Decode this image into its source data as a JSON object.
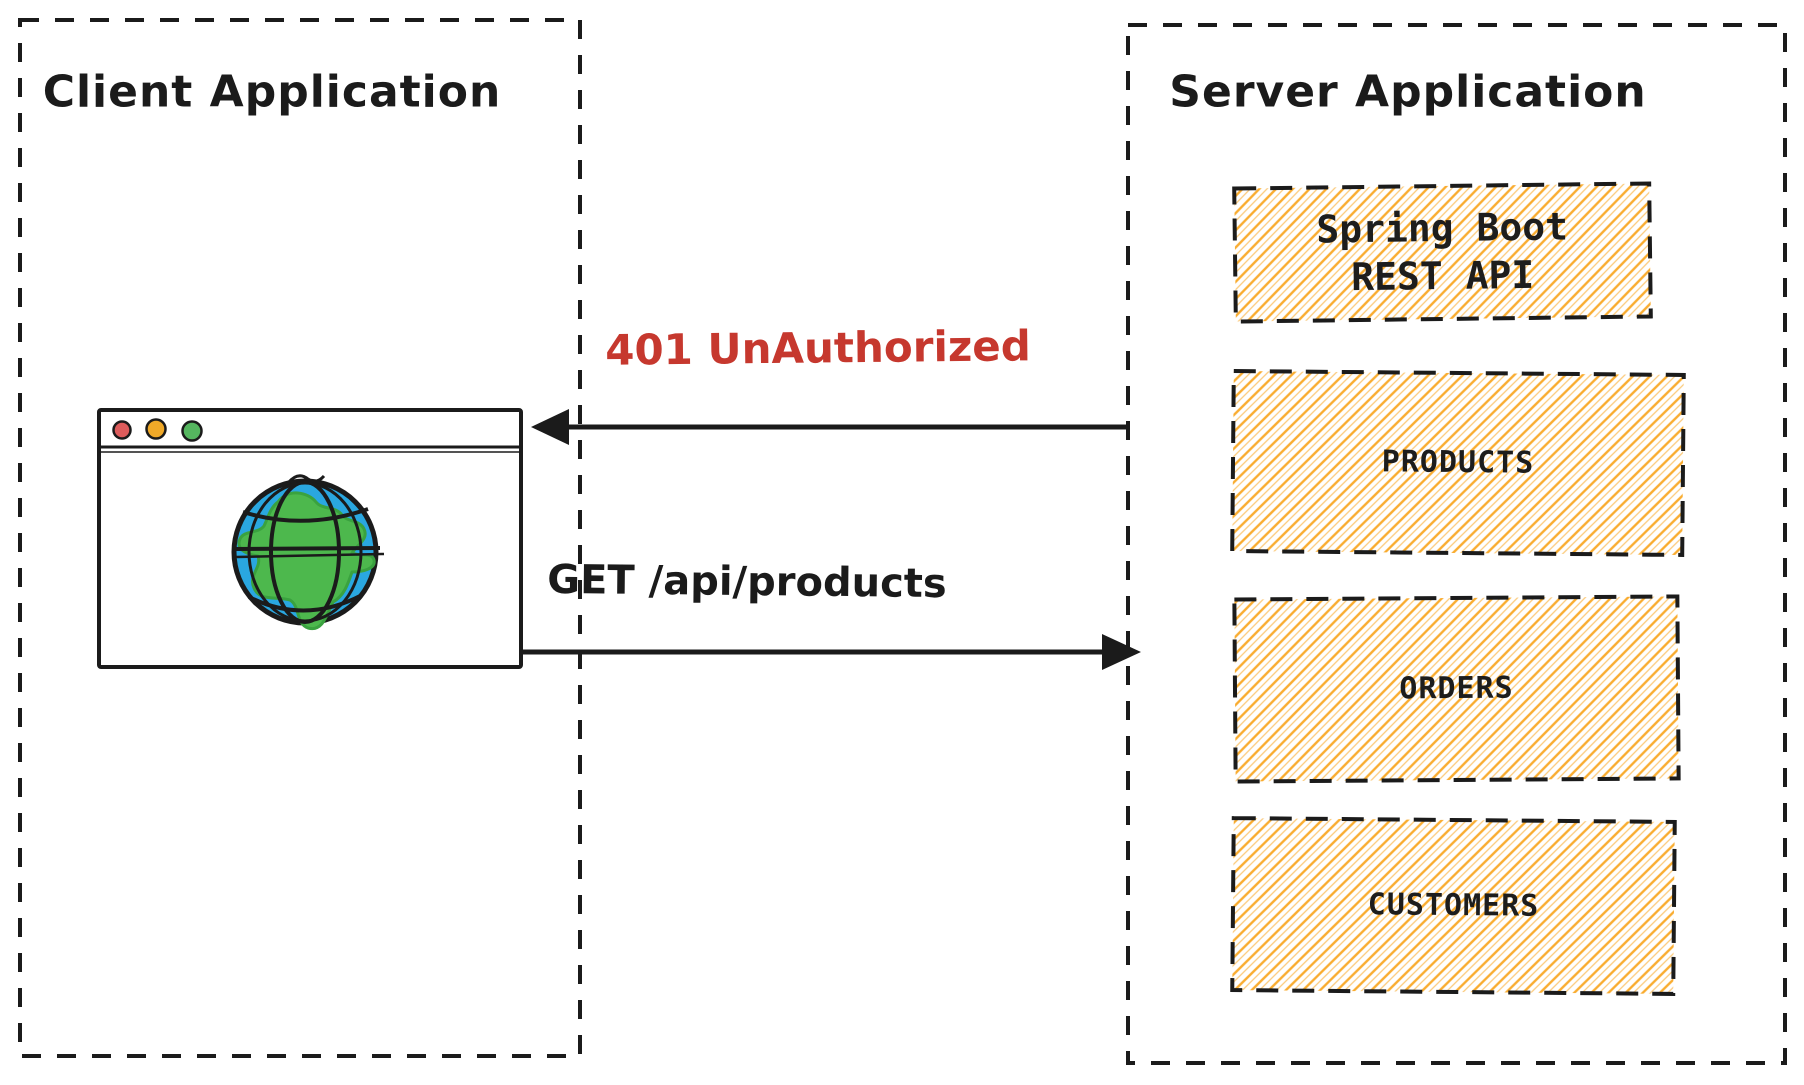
{
  "diagram": {
    "client": {
      "title": "Client Application",
      "browser_window": {
        "traffic_light_colors": [
          "#dd5c5c",
          "#f0a928",
          "#55b65f"
        ],
        "globe_icon": {
          "ocean_color": "#2aa7e0",
          "land_color": "#4db84d"
        }
      }
    },
    "server": {
      "title": "Server Application",
      "services": [
        {
          "label": "Spring Boot\nREST API"
        },
        {
          "label": "PRODUCTS"
        },
        {
          "label": "ORDERS"
        },
        {
          "label": "CUSTOMERS"
        }
      ]
    },
    "messages": {
      "response": {
        "label": "401 UnAuthorized",
        "color": "#c6382e"
      },
      "request": {
        "label": "GET /api/products",
        "color": "#1b1b1b"
      }
    },
    "style": {
      "stroke_color": "#1b1b1b",
      "hatch_color": "#f9a825",
      "background": "#ffffff"
    }
  }
}
